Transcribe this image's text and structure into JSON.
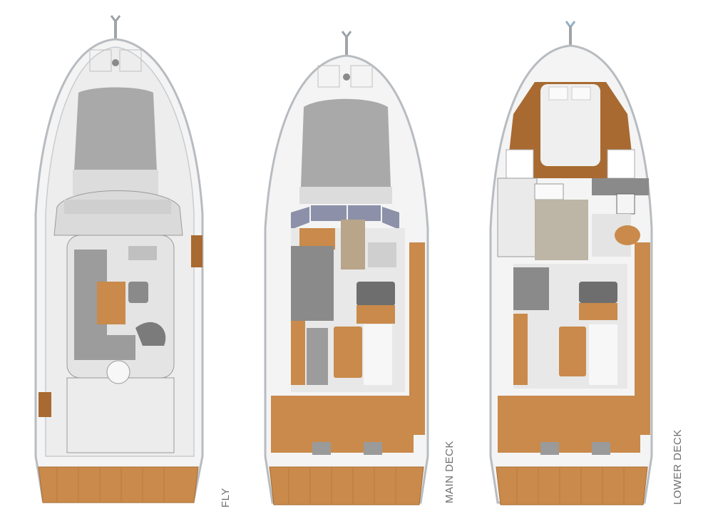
{
  "diagram": {
    "type": "yacht deck plan (top-down)",
    "colors": {
      "hull": "#f4f4f4",
      "hull_outline": "#b8bcc0",
      "deck_grey": "#a9a9a9",
      "dark_grey": "#7b7b7b",
      "teak": "#c98a4b",
      "teak_dark": "#a86a30",
      "window_blue": "#8c90a8",
      "label": "#6f6f6f"
    },
    "views": [
      {
        "id": "fly",
        "label": "FLY"
      },
      {
        "id": "main-deck",
        "label": "MAIN DECK"
      },
      {
        "id": "lower-deck",
        "label": "LOWER DECK"
      }
    ]
  }
}
